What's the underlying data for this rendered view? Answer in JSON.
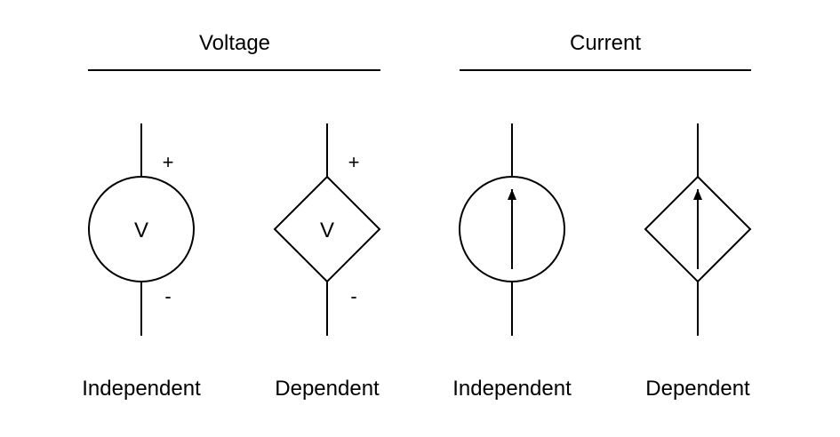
{
  "groups": {
    "voltage": {
      "heading": "Voltage",
      "independent": {
        "caption": "Independent",
        "symbol_text": "V",
        "plus": "+",
        "minus": "-"
      },
      "dependent": {
        "caption": "Dependent",
        "symbol_text": "V",
        "plus": "+",
        "minus": "-"
      }
    },
    "current": {
      "heading": "Current",
      "independent": {
        "caption": "Independent"
      },
      "dependent": {
        "caption": "Dependent"
      }
    }
  },
  "colors": {
    "stroke": "#000000",
    "background": "#ffffff"
  },
  "icons": {
    "independent_voltage_source": "circle-source-icon",
    "dependent_voltage_source": "diamond-source-icon",
    "independent_current_source": "circle-arrow-source-icon",
    "dependent_current_source": "diamond-arrow-source-icon"
  }
}
